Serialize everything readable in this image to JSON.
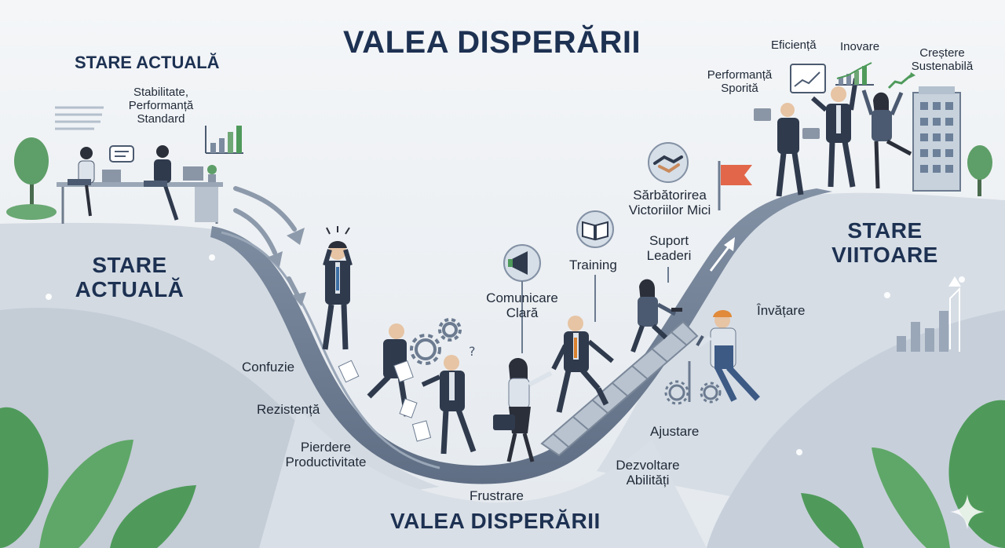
{
  "title": "VALEA DISPERĂRII",
  "bottom_title": "VALEA DISPERĂRII",
  "current_state": {
    "heading": "STARE ACTUALĂ",
    "subtitle_line1": "Stabilitate,",
    "subtitle_line2": "Performanță",
    "subtitle_line3": "Standard",
    "area_label_line1": "STARE",
    "area_label_line2": "ACTUALĂ"
  },
  "descent_labels": {
    "confusion": "Confuzie",
    "resistance": "Rezistență",
    "loss_line1": "Pierdere",
    "loss_line2": "Productivitate",
    "frustration": "Frustrare"
  },
  "ascent_labels": {
    "communication_line1": "Comunicare",
    "communication_line2": "Clară",
    "training": "Training",
    "celebration_line1": "Sărbătorirea",
    "celebration_line2": "Victoriilor Mici",
    "leadership_line1": "Suport",
    "leadership_line2": "Leaderi",
    "adjustment": "Ajustare",
    "skills_line1": "Dezvoltare",
    "skills_line2": "Abilități",
    "learning": "Învățare"
  },
  "future_state": {
    "area_label_line1": "STARE",
    "area_label_line2": "VIITOARE",
    "efficiency": "Eficiență",
    "innovation": "Inovare",
    "growth_line1": "Creștere",
    "growth_line2": "Sustenabilă",
    "performance_line1": "Performanță",
    "performance_line2": "Sporită"
  },
  "colors": {
    "navy": "#1d3152",
    "slate": "#4b5a70",
    "road": "#6f7f95",
    "hill": "#cdd5de",
    "green": "#4f9a5b",
    "flag": "#e2674a",
    "sky": "#eef2f5"
  },
  "icons": [
    "megaphone-icon",
    "book-icon",
    "handshake-icon",
    "flag-icon",
    "gear-icon",
    "bar-chart-icon",
    "sparkle-icon"
  ]
}
